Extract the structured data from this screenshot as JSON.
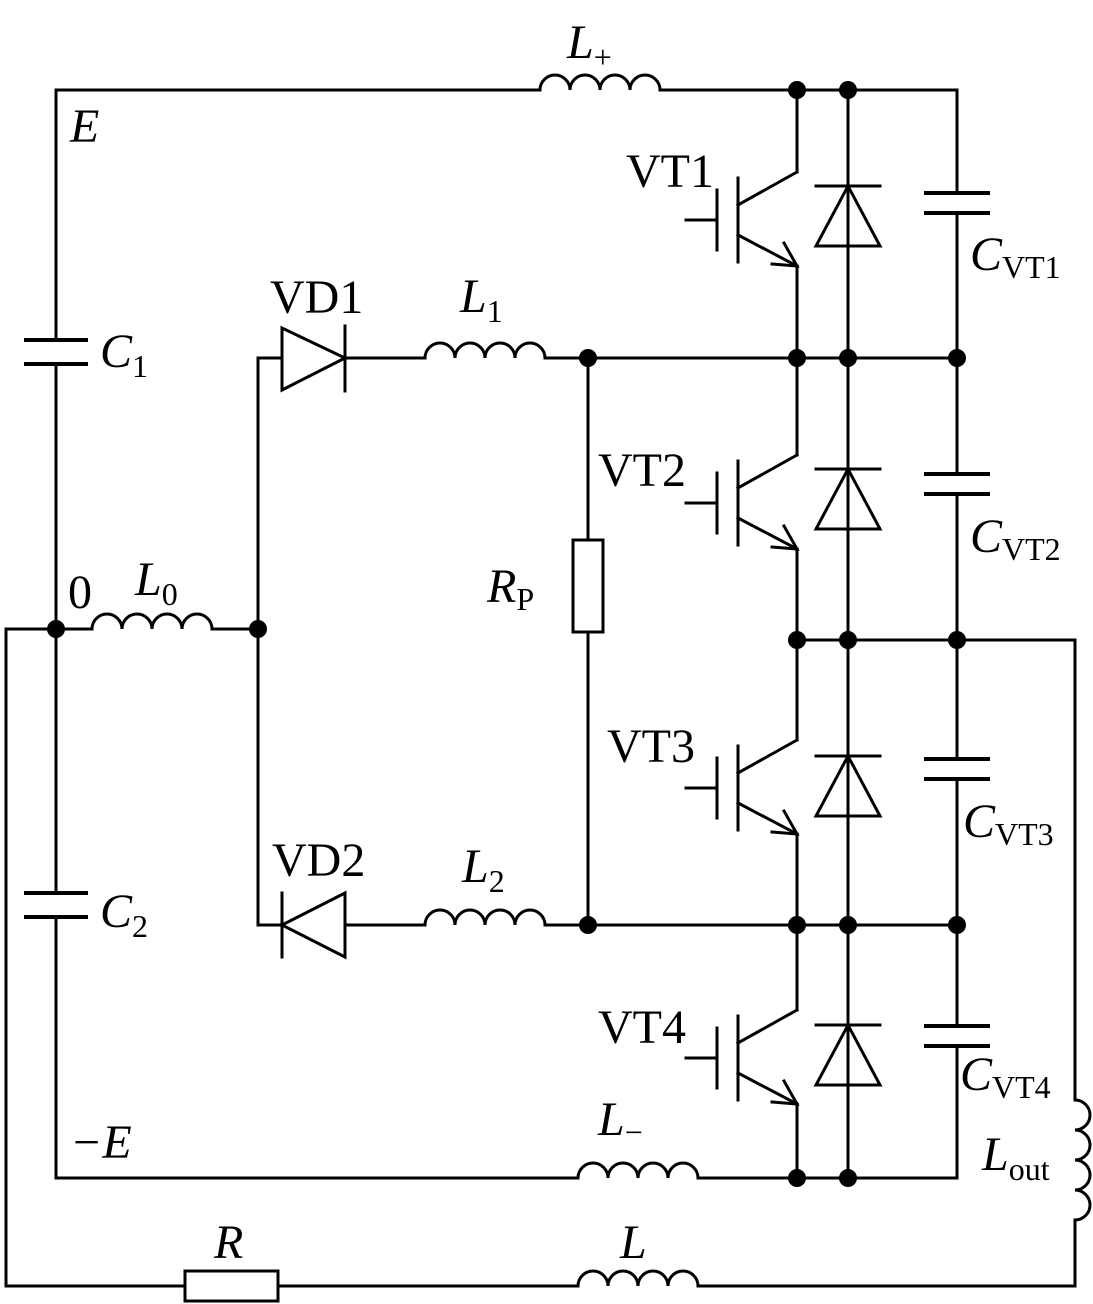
{
  "labels": {
    "E": "E",
    "minusE": "−E",
    "zero": "0",
    "Lplus": {
      "main": "L",
      "sub": "+"
    },
    "Lminus": {
      "main": "L",
      "sub": "−"
    },
    "L0": {
      "main": "L",
      "sub": "0"
    },
    "L1": {
      "main": "L",
      "sub": "1"
    },
    "L2": {
      "main": "L",
      "sub": "2"
    },
    "Lout": {
      "main": "L",
      "sub": "out"
    },
    "L": "L",
    "R": "R",
    "RP": {
      "main": "R",
      "sub": "P"
    },
    "C1": {
      "main": "C",
      "sub": "1"
    },
    "C2": {
      "main": "C",
      "sub": "2"
    },
    "VD1": "VD1",
    "VD2": "VD2",
    "VT1": "VT1",
    "VT2": "VT2",
    "VT3": "VT3",
    "VT4": "VT4",
    "CVT1": {
      "main": "C",
      "sub": "VT1"
    },
    "CVT2": {
      "main": "C",
      "sub": "VT2"
    },
    "CVT3": {
      "main": "C",
      "sub": "VT3"
    },
    "CVT4": {
      "main": "C",
      "sub": "VT4"
    }
  }
}
